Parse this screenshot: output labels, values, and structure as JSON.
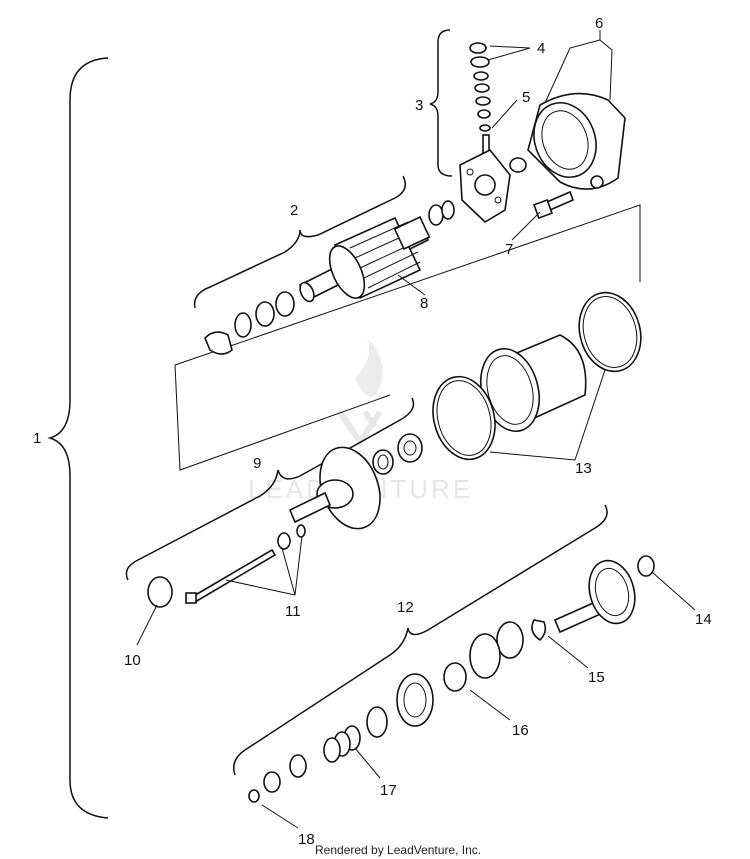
{
  "labels": {
    "l1": "1",
    "l2": "2",
    "l3": "3",
    "l4": "4",
    "l5": "5",
    "l6": "6",
    "l7": "7",
    "l8": "8",
    "l9": "9",
    "l10": "10",
    "l11": "11",
    "l12": "12",
    "l13": "13",
    "l14": "14",
    "l15": "15",
    "l16": "16",
    "l17": "17",
    "l18": "18"
  },
  "watermark": "LEADVENTURE",
  "footer": "Rendered by LeadVenture, Inc."
}
